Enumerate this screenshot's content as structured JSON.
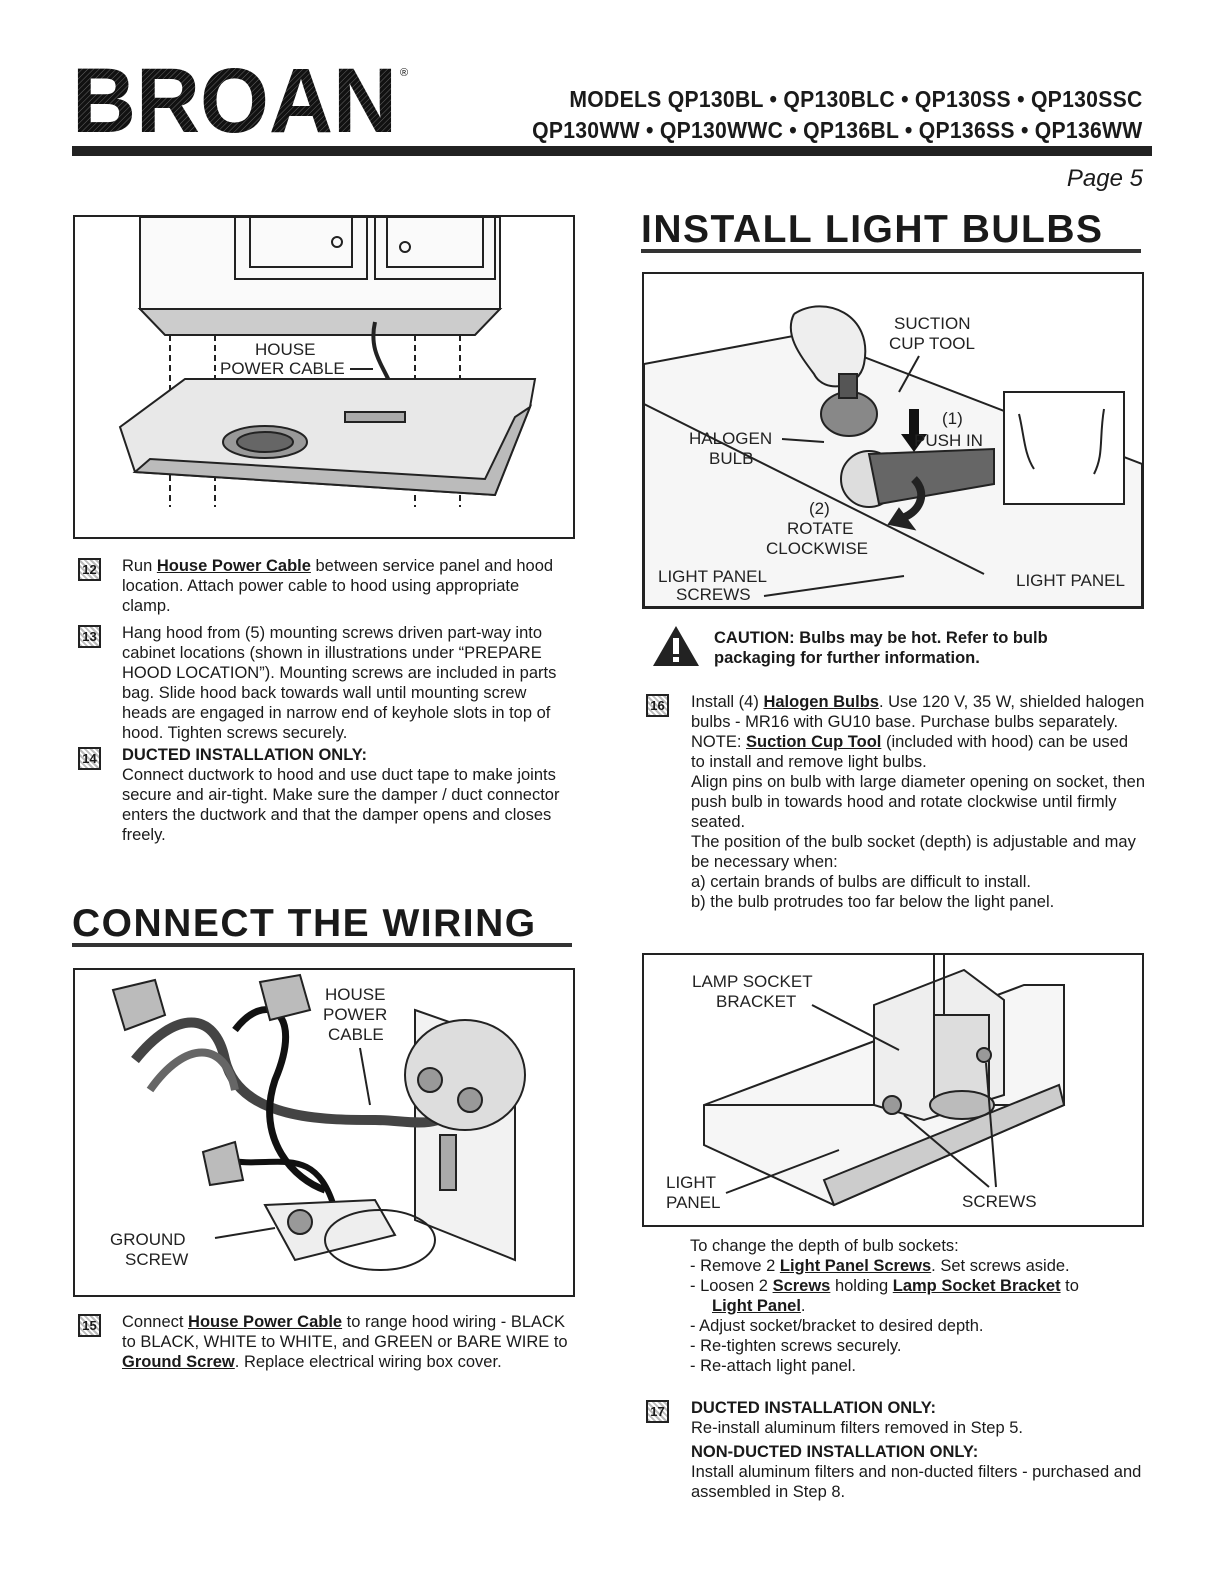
{
  "header": {
    "brand": "BROAN",
    "models_line1": "MODELS QP130BL • QP130BLC • QP130SS • QP130SSC",
    "models_line2": "QP130WW • QP130WWC • QP136BL • QP136SS • QP136WW",
    "page": "Page 5"
  },
  "fig_hood": {
    "label_house": "HOUSE",
    "label_power_cable": "POWER CABLE"
  },
  "steps_left": [
    {
      "num": "12",
      "pre": "Run ",
      "link": "House Power Cable",
      "post": " between service panel and hood location. Attach power cable to hood using appropriate clamp."
    },
    {
      "num": "13",
      "text": "Hang hood from (5) mounting screws driven part-way into cabinet locations (shown in illustrations under “PREPARE HOOD LOCATION”). Mounting screws are included in parts bag. Slide hood back towards wall until mounting screw heads are engaged in narrow end of keyhole slots in top of hood. Tighten screws securely."
    },
    {
      "num": "14",
      "heading": "DUCTED INSTALLATION ONLY:",
      "text": "Connect ductwork to hood and use duct tape to make joints secure and air-tight. Make sure the damper / duct connector enters the ductwork and that the damper opens and closes freely."
    }
  ],
  "section_wiring": {
    "title": "CONNECT THE WIRING",
    "label_house": "HOUSE",
    "label_power": "POWER",
    "label_cable": "CABLE",
    "label_ground": "GROUND",
    "label_screw": "SCREW",
    "step15": {
      "num": "15",
      "pre": "Connect ",
      "link1": "House Power Cable",
      "mid": " to range hood wiring - BLACK to BLACK, WHITE to WHITE, and GREEN or BARE WIRE to ",
      "link2": "Ground Screw",
      "post": ". Replace electrical wiring box cover."
    }
  },
  "section_bulbs": {
    "title": "INSTALL LIGHT BULBS",
    "fig1": {
      "suction": "SUCTION",
      "cup_tool": "CUP TOOL",
      "step1": "(1)",
      "push_in": "PUSH IN",
      "halogen": "HALOGEN",
      "bulb": "BULB",
      "step2": "(2)",
      "rotate": "ROTATE",
      "clockwise": "CLOCKWISE",
      "light_panel_l": "LIGHT PANEL",
      "screws": "SCREWS",
      "light_panel_r": "LIGHT PANEL"
    },
    "caution": "CAUTION: Bulbs may be hot. Refer to bulb packaging for further information.",
    "step16": {
      "num": "16",
      "p1_pre": "Install (4) ",
      "p1_link": "Halogen Bulbs",
      "p1_post": ". Use 120 V, 35 W, shielded halogen bulbs - MR16 with GU10 base. Purchase bulbs separately.",
      "p2_pre": "NOTE: ",
      "p2_link": "Suction Cup Tool",
      "p2_post": " (included with hood) can be used to install and remove light bulbs.",
      "p3": "Align pins on bulb with large diameter opening on socket, then push bulb in towards hood and rotate clockwise until firmly seated.",
      "p4": "The position of the bulb socket (depth) is adjustable and may be necessary when:",
      "p5": "a) certain brands of bulbs are difficult to install.",
      "p6": "b) the bulb protrudes too far below the light panel."
    },
    "fig2": {
      "lamp_socket": "LAMP SOCKET",
      "bracket": "BRACKET",
      "light": "LIGHT",
      "panel": "PANEL",
      "screws": "SCREWS"
    },
    "depth": {
      "intro": "To change the depth of bulb sockets:",
      "l1_pre": "- Remove 2 ",
      "l1_link": "Light Panel Screws",
      "l1_post": ". Set screws aside.",
      "l2_pre": "- Loosen 2 ",
      "l2_link1": "Screws",
      "l2_mid": " holding ",
      "l2_link2": "Lamp Socket Bracket",
      "l2_post": " to",
      "l2_link3": "Light Panel",
      "l2_end": ".",
      "l3": "- Adjust socket/bracket to desired depth.",
      "l4": "- Re-tighten screws securely.",
      "l5": "- Re-attach light panel."
    },
    "step17": {
      "num": "17",
      "h1": "DUCTED INSTALLATION ONLY:",
      "t1": "Re-install aluminum filters removed in Step 5.",
      "h2": "NON-DUCTED INSTALLATION ONLY:",
      "t2": "Install aluminum filters and non-ducted filters - purchased and assembled in Step 8."
    }
  }
}
